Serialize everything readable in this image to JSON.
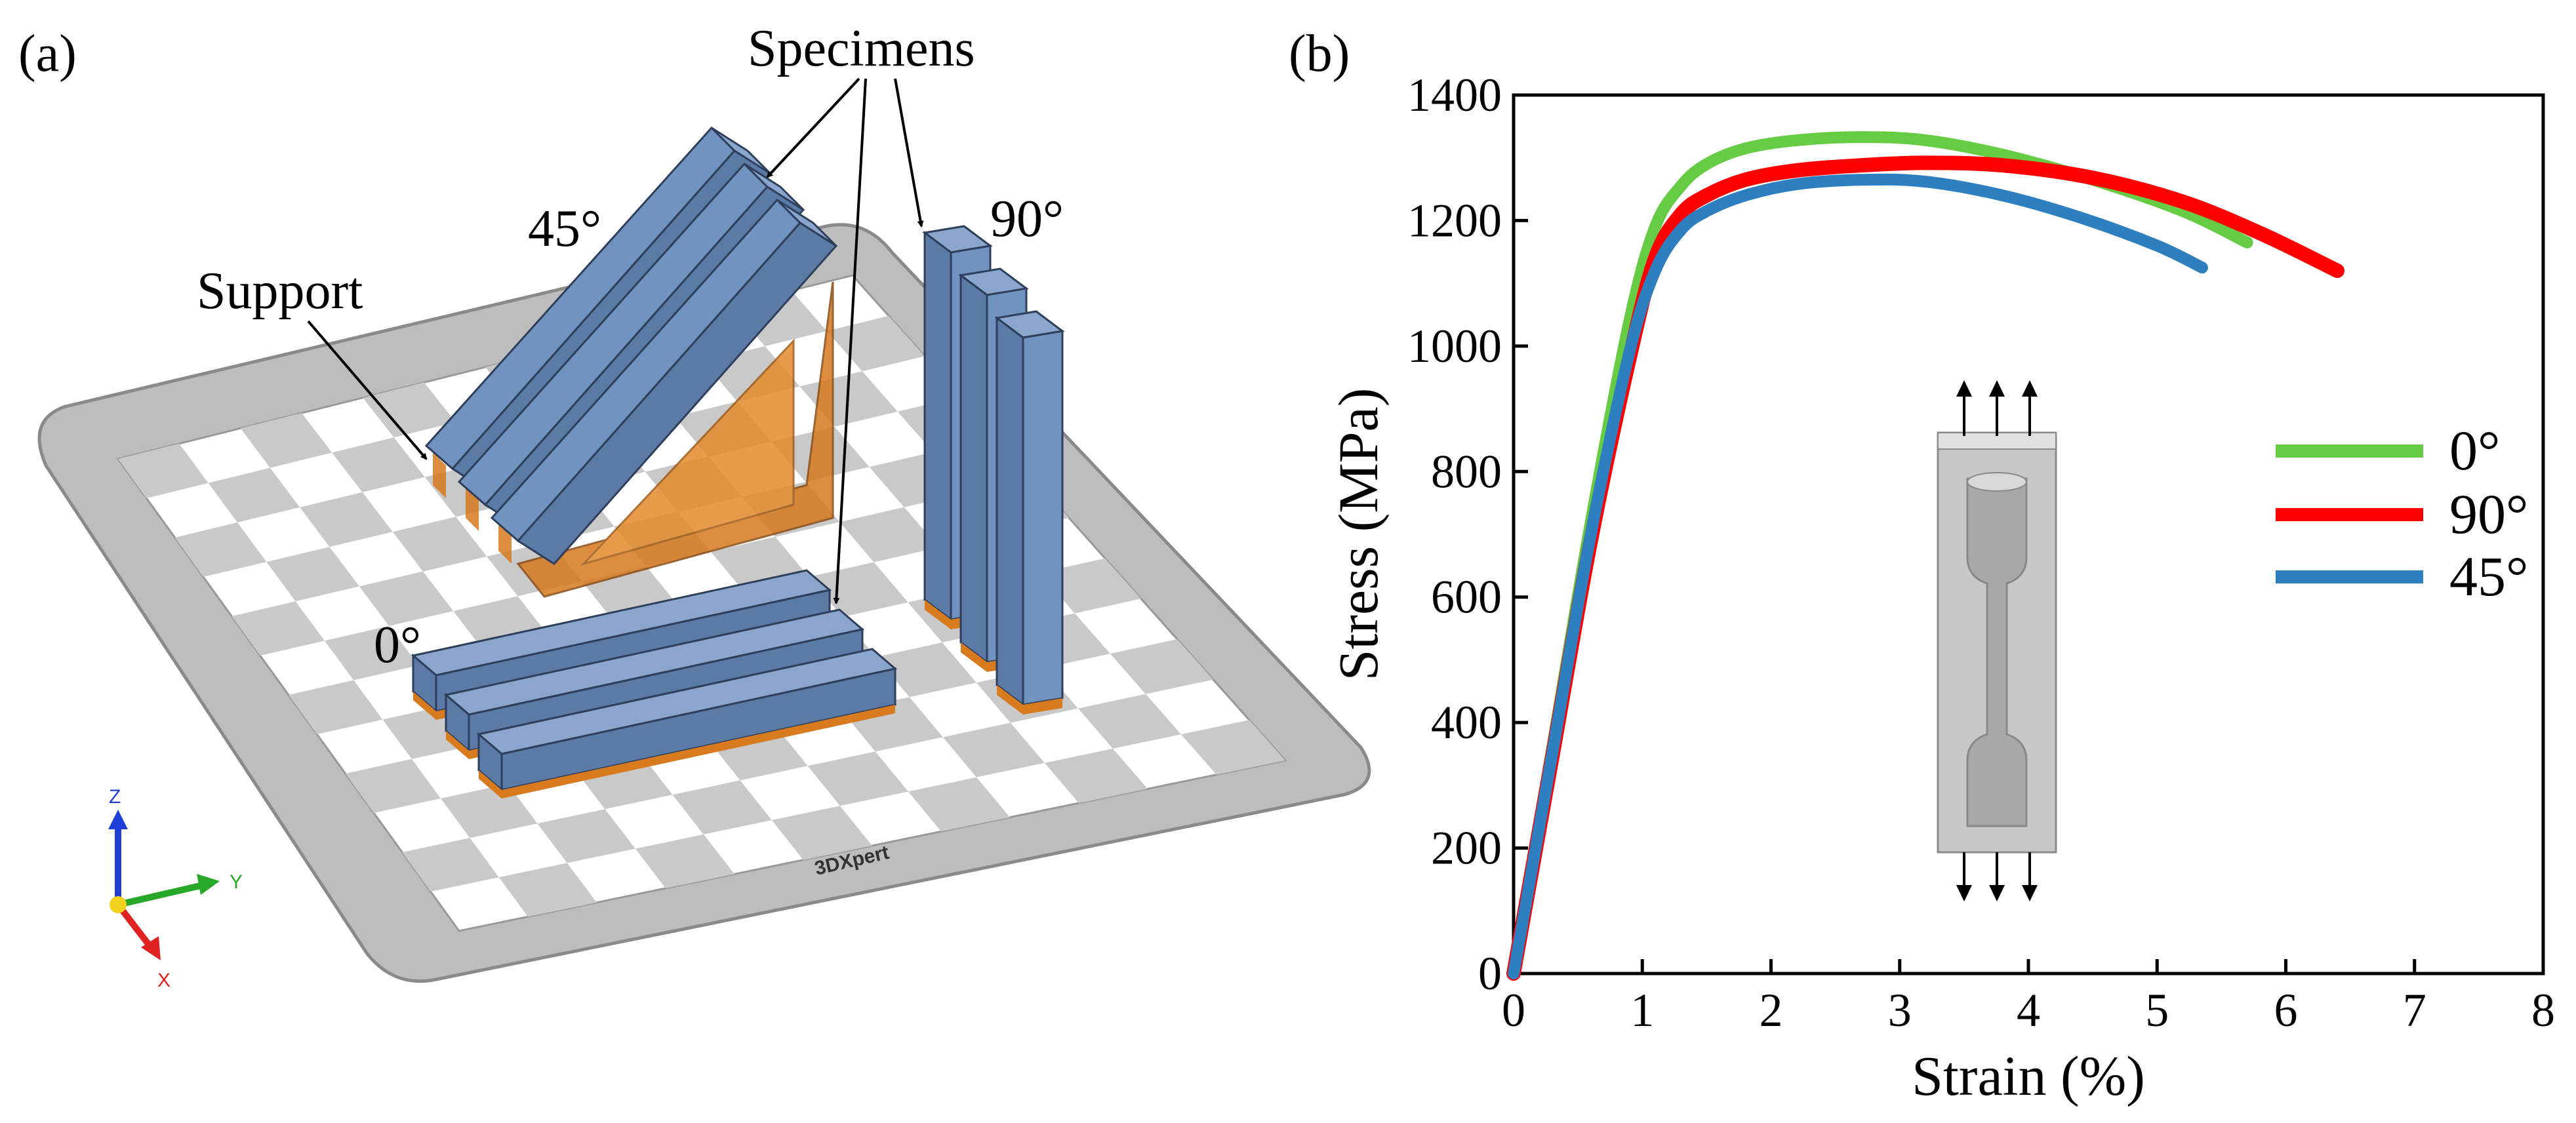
{
  "panel_a": {
    "label": "(a)",
    "specimens_label": "Specimens",
    "support_label": "Support",
    "angle_45": "45°",
    "angle_90": "90°",
    "angle_0": "0°",
    "plate_brand": "3DXpert",
    "axis_z": "Z",
    "axis_y": "Y",
    "axis_x": "X"
  },
  "panel_b": {
    "label": "(b)"
  },
  "colors": {
    "specimen": "#6a8ab5",
    "support": "#d87a1e",
    "series_0": "#66cc44",
    "series_90": "#ff0000",
    "series_45": "#2e7fc0"
  },
  "chart_data": {
    "type": "line",
    "title": "",
    "xlabel": "Strain (%)",
    "ylabel": "Stress (MPa)",
    "xlim": [
      0,
      8
    ],
    "ylim": [
      0,
      1400
    ],
    "xticks": [
      0,
      1,
      2,
      3,
      4,
      5,
      6,
      7,
      8
    ],
    "yticks": [
      0,
      200,
      400,
      600,
      800,
      1000,
      1200,
      1400
    ],
    "grid": false,
    "legend_position": "right",
    "series": [
      {
        "name": "0°",
        "color": "#66cc44",
        "x": [
          0,
          0.3,
          0.6,
          0.9,
          1.1,
          1.3,
          1.5,
          1.8,
          2.2,
          2.7,
          3.2,
          3.8,
          4.5,
          5.2,
          5.7
        ],
        "y": [
          0,
          360,
          720,
          1040,
          1190,
          1255,
          1290,
          1315,
          1328,
          1333,
          1328,
          1305,
          1265,
          1215,
          1165
        ]
      },
      {
        "name": "90°",
        "color": "#ff0000",
        "x": [
          0,
          0.3,
          0.6,
          0.9,
          1.1,
          1.3,
          1.5,
          1.8,
          2.2,
          2.7,
          3.2,
          3.8,
          4.5,
          5.2,
          5.8,
          6.4
        ],
        "y": [
          0,
          345,
          690,
          980,
          1140,
          1210,
          1240,
          1265,
          1280,
          1288,
          1292,
          1288,
          1268,
          1230,
          1180,
          1120
        ]
      },
      {
        "name": "45°",
        "color": "#2e7fc0",
        "x": [
          0,
          0.3,
          0.6,
          0.9,
          1.1,
          1.3,
          1.5,
          1.8,
          2.2,
          2.7,
          3.2,
          3.8,
          4.4,
          5.0,
          5.35
        ],
        "y": [
          0,
          350,
          700,
          990,
          1120,
          1185,
          1215,
          1240,
          1258,
          1265,
          1262,
          1240,
          1205,
          1160,
          1125
        ]
      }
    ]
  }
}
